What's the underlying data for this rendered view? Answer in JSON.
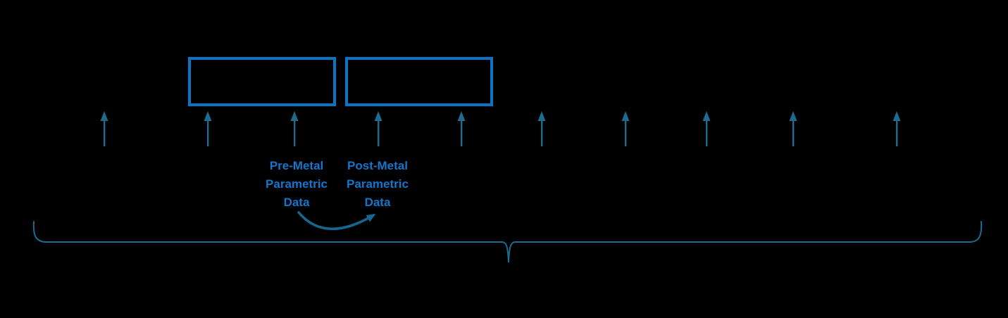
{
  "diagram": {
    "description": "process flow diagram with two outlined step boxes, ten upward arrows, parametric data labels, a curved transfer arrow and a full-width curly brace",
    "boxes": [
      {
        "name": "pre-metal-box",
        "text": ""
      },
      {
        "name": "post-metal-box",
        "text": ""
      }
    ],
    "up_arrow_count": 10
  },
  "labels": {
    "pre_metal": "Pre-Metal\nParametric\nData",
    "post_metal": "Post-Metal\nParametric\nData"
  },
  "icons": {
    "up_arrow": "↑",
    "curved_arrow": "curved arrow pointing from Pre-Metal Data to Post-Metal Data",
    "curly_brace": "wide horizontal curly brace with upturned ends and downward center point"
  },
  "colors": {
    "background": "#000000",
    "box_border": "#0b74c4",
    "label_text": "#1476ca",
    "arrow": "#206a8c",
    "curved_arrow": "#15678f",
    "brace": "#1d6c90"
  }
}
